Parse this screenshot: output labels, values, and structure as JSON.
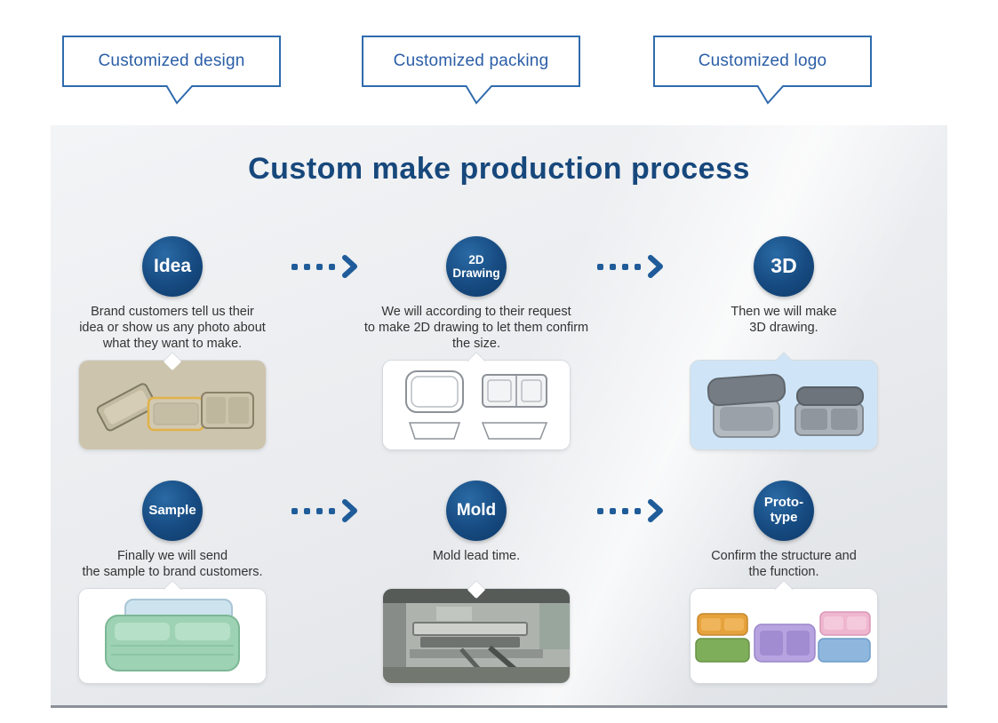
{
  "tabs": [
    {
      "label": "Customized design"
    },
    {
      "label": "Customized packing"
    },
    {
      "label": "Customized logo"
    }
  ],
  "panel": {
    "title": "Custom make production process",
    "steps": [
      {
        "badge": "Idea",
        "description": "Brand customers tell us their\nidea or show us any photo about\nwhat they want to make.",
        "image": "tan-lunch-containers-photo"
      },
      {
        "badge": "2D\nDrawing",
        "description": "We will according to their request\nto make 2D drawing to let them confirm\nthe size.",
        "image": "2d-line-drawing"
      },
      {
        "badge": "3D",
        "description": "Then we will make\n3D drawing.",
        "image": "3d-render-containers"
      },
      {
        "badge": "Sample",
        "description": "Finally we will send\nthe sample to brand customers.",
        "image": "green-silicone-sample-photo"
      },
      {
        "badge": "Mold",
        "description": "Mold lead time.",
        "image": "mold-machine-photo"
      },
      {
        "badge": "Proto-\ntype",
        "description": "Confirm the structure and\nthe function.",
        "image": "colorful-prototype-containers-photo"
      }
    ]
  },
  "icons": {
    "arrow": "dotted-arrow-right"
  },
  "colors": {
    "tab_border": "#2f6bae",
    "tab_text": "#2b5ea7",
    "title_text": "#17487c",
    "badge_bg": "#164a80",
    "arrow": "#1f5c99",
    "card_3d_bg": "#cfe5f7",
    "panel_bg": "#edeff2"
  }
}
